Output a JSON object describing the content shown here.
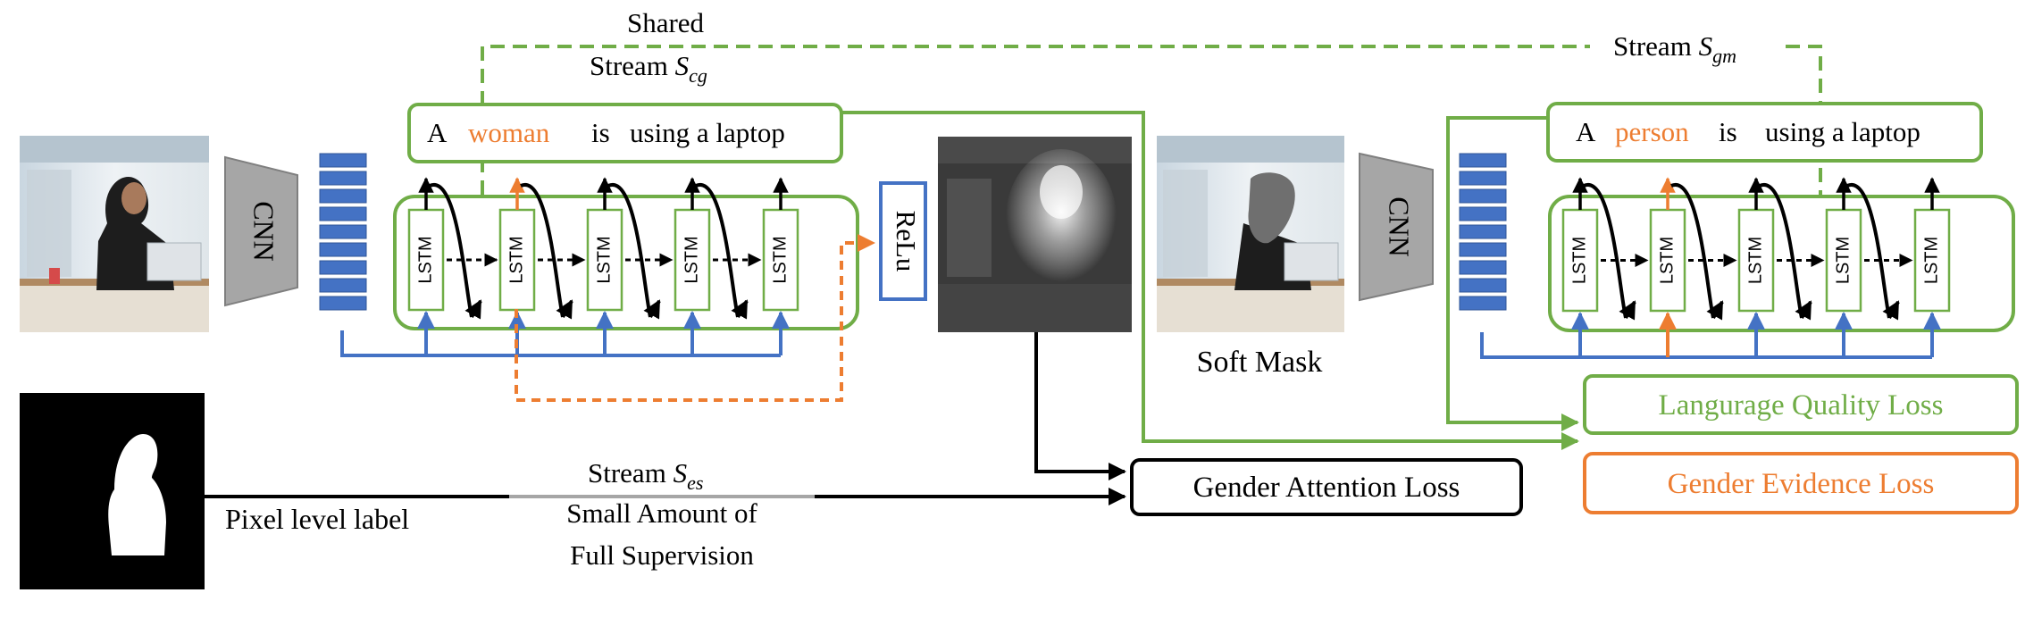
{
  "colors": {
    "green": "#70AD47",
    "orange": "#ED7D31",
    "blue": "#4472C4",
    "gray": "#A6A6A6",
    "black": "#000000"
  },
  "top_labels": {
    "shared": "Shared",
    "stream_cg_prefix": "Stream ",
    "stream_cg_var": "S",
    "stream_cg_sub": "cg",
    "stream_gm_prefix": "Stream ",
    "stream_gm_var": "S",
    "stream_gm_sub": "gm"
  },
  "left_branch": {
    "cnn_label": "CNN",
    "sentence": {
      "w1": "A",
      "w2": "woman",
      "w3": "is",
      "w4": "using a laptop"
    },
    "lstm_labels": [
      "LSTM",
      "LSTM",
      "LSTM",
      "LSTM",
      "LSTM"
    ]
  },
  "relu_label": "ReLu",
  "right_branch": {
    "cnn_label": "CNN",
    "soft_mask_label": "Soft Mask",
    "sentence": {
      "w1": "A",
      "w2": "person",
      "w3": "is",
      "w4": "using a laptop"
    },
    "lstm_labels": [
      "LSTM",
      "LSTM",
      "LSTM",
      "LSTM",
      "LSTM"
    ]
  },
  "bottom": {
    "pixel_label": "Pixel level label",
    "stream_es_prefix": "Stream ",
    "stream_es_var": "S",
    "stream_es_sub": "es",
    "supervision_line1": "Small Amount of",
    "supervision_line2": "Full Supervision"
  },
  "losses": {
    "gender_attention": "Gender Attention Loss",
    "language_quality": "Langurage Quality Loss",
    "gender_evidence": "Gender Evidence Loss"
  }
}
